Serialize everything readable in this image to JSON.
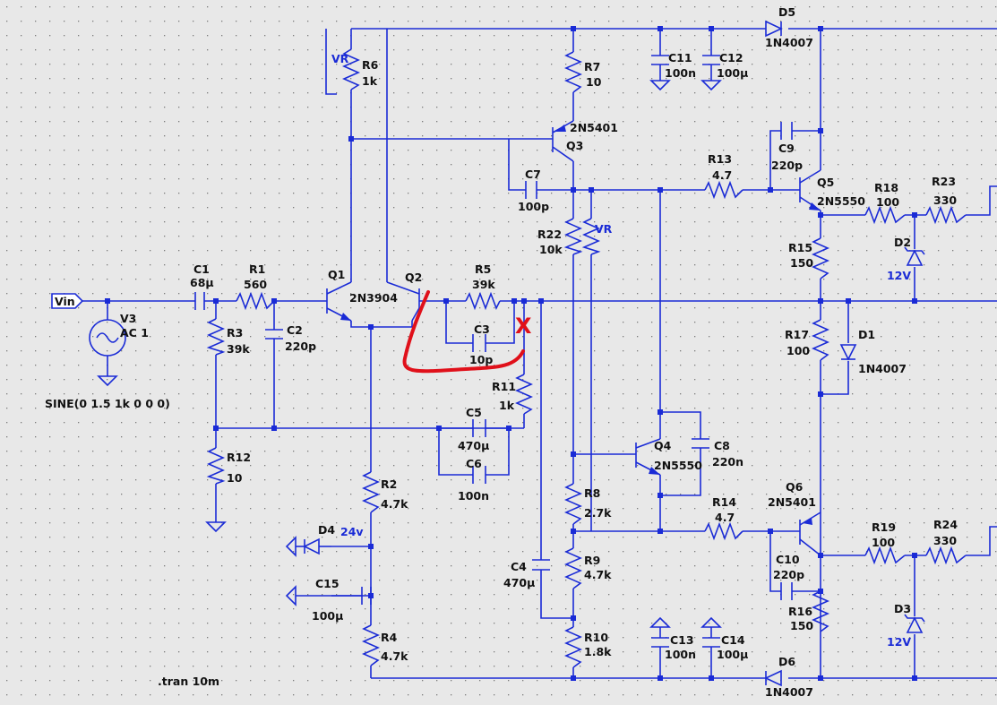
{
  "components": {
    "V3": {
      "ref": "V3",
      "value": "AC 1",
      "source": "SINE(0 1.5 1k 0 0 0)"
    },
    "C1": {
      "ref": "C1",
      "value": "68µ"
    },
    "R1": {
      "ref": "R1",
      "value": "560"
    },
    "R3": {
      "ref": "R3",
      "value": "39k"
    },
    "C2": {
      "ref": "C2",
      "value": "220p"
    },
    "R12": {
      "ref": "R12",
      "value": "10"
    },
    "R6": {
      "ref": "R6",
      "value": "1k"
    },
    "Q1": {
      "ref": "Q1"
    },
    "Q2": {
      "ref": "Q2",
      "model": "2N3904"
    },
    "R5": {
      "ref": "R5",
      "value": "39k"
    },
    "C3": {
      "ref": "C3",
      "value": "10p"
    },
    "R11": {
      "ref": "R11",
      "value": "1k"
    },
    "C5": {
      "ref": "C5",
      "value": "470µ"
    },
    "C6": {
      "ref": "C6",
      "value": "100n"
    },
    "R2": {
      "ref": "R2",
      "value": "4.7k"
    },
    "D4": {
      "ref": "D4",
      "net": "24v"
    },
    "C15": {
      "ref": "C15",
      "value": "100µ"
    },
    "R4": {
      "ref": "R4",
      "value": "4.7k"
    },
    "R7": {
      "ref": "R7",
      "value": "10"
    },
    "Q3": {
      "ref": "Q3",
      "model": "2N5401"
    },
    "C7": {
      "ref": "C7",
      "value": "100p"
    },
    "R22": {
      "ref": "R22",
      "value": "10k"
    },
    "C11": {
      "ref": "C11",
      "value": "100n"
    },
    "C12": {
      "ref": "C12",
      "value": "100µ"
    },
    "D5": {
      "ref": "D5",
      "model": "1N4007"
    },
    "R13": {
      "ref": "R13",
      "value": "4.7"
    },
    "C9": {
      "ref": "C9",
      "value": "220p"
    },
    "Q5": {
      "ref": "Q5",
      "model": "2N5550"
    },
    "R18": {
      "ref": "R18",
      "value": "100"
    },
    "R23": {
      "ref": "R23",
      "value": "330"
    },
    "D2": {
      "ref": "D2",
      "value": "12V"
    },
    "R15": {
      "ref": "R15",
      "value": "150"
    },
    "R17": {
      "ref": "R17",
      "value": "100"
    },
    "D1": {
      "ref": "D1",
      "model": "1N4007"
    },
    "Q4": {
      "ref": "Q4",
      "model": "2N5550"
    },
    "C8": {
      "ref": "C8",
      "value": "220n"
    },
    "R8": {
      "ref": "R8",
      "value": "2.7k"
    },
    "R14": {
      "ref": "R14",
      "value": "4.7"
    },
    "Q6": {
      "ref": "Q6",
      "model": "2N5401"
    },
    "R9": {
      "ref": "R9",
      "value": "4.7k"
    },
    "C4": {
      "ref": "C4",
      "value": "470µ"
    },
    "R10": {
      "ref": "R10",
      "value": "1.8k"
    },
    "C13": {
      "ref": "C13",
      "value": "100n"
    },
    "C14": {
      "ref": "C14",
      "value": "100µ"
    },
    "C10": {
      "ref": "C10",
      "value": "220p"
    },
    "R19": {
      "ref": "R19",
      "value": "100"
    },
    "R24": {
      "ref": "R24",
      "value": "330"
    },
    "R16": {
      "ref": "R16",
      "value": "150"
    },
    "D3": {
      "ref": "D3",
      "value": "12V"
    },
    "D6": {
      "ref": "D6",
      "model": "1N4007"
    }
  },
  "nets": {
    "vin": "Vin",
    "vr": "VR"
  },
  "directive": ".tran 10m",
  "annotation": {
    "mark": "X"
  },
  "colors": {
    "wire": "#1a2bd6",
    "annotation": "#e0101a",
    "background": "#e8e8e8",
    "grid_dot": "#7a7a7a"
  }
}
